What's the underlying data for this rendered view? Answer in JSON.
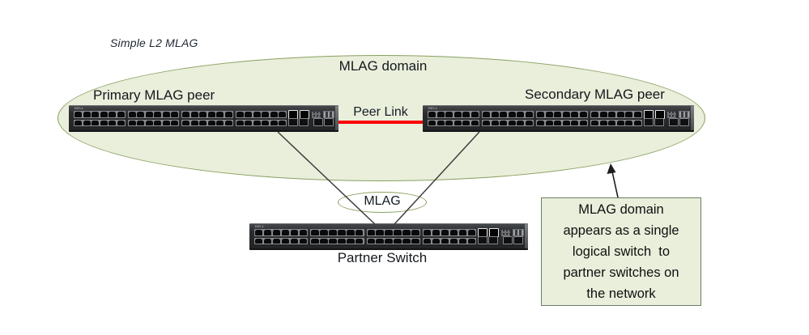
{
  "diagram_title": "Simple L2 MLAG",
  "domain_ellipse": {
    "label": "MLAG domain",
    "fill": "#e9efdb",
    "border_color": "#8aa061"
  },
  "peers": {
    "primary_label": "Primary MLAG peer",
    "secondary_label": "Secondary MLAG peer"
  },
  "peer_link": {
    "label": "Peer Link",
    "color": "#fb0103"
  },
  "mlag_group": {
    "label": "MLAG"
  },
  "partner": {
    "label": "Partner Switch"
  },
  "callout": {
    "lines": [
      "MLAG domain",
      "appears as a single",
      "logical switch  to",
      "partner switches on",
      "the network"
    ],
    "fill": "#e9efdb",
    "border_color": "#6f7d65"
  },
  "switch": {
    "brand": "DELL",
    "rows": 2,
    "groups": 4,
    "ports_per_group": 6,
    "total_rj45_ports": 48,
    "uplink_ports": 2,
    "sfp_ports": 4
  }
}
